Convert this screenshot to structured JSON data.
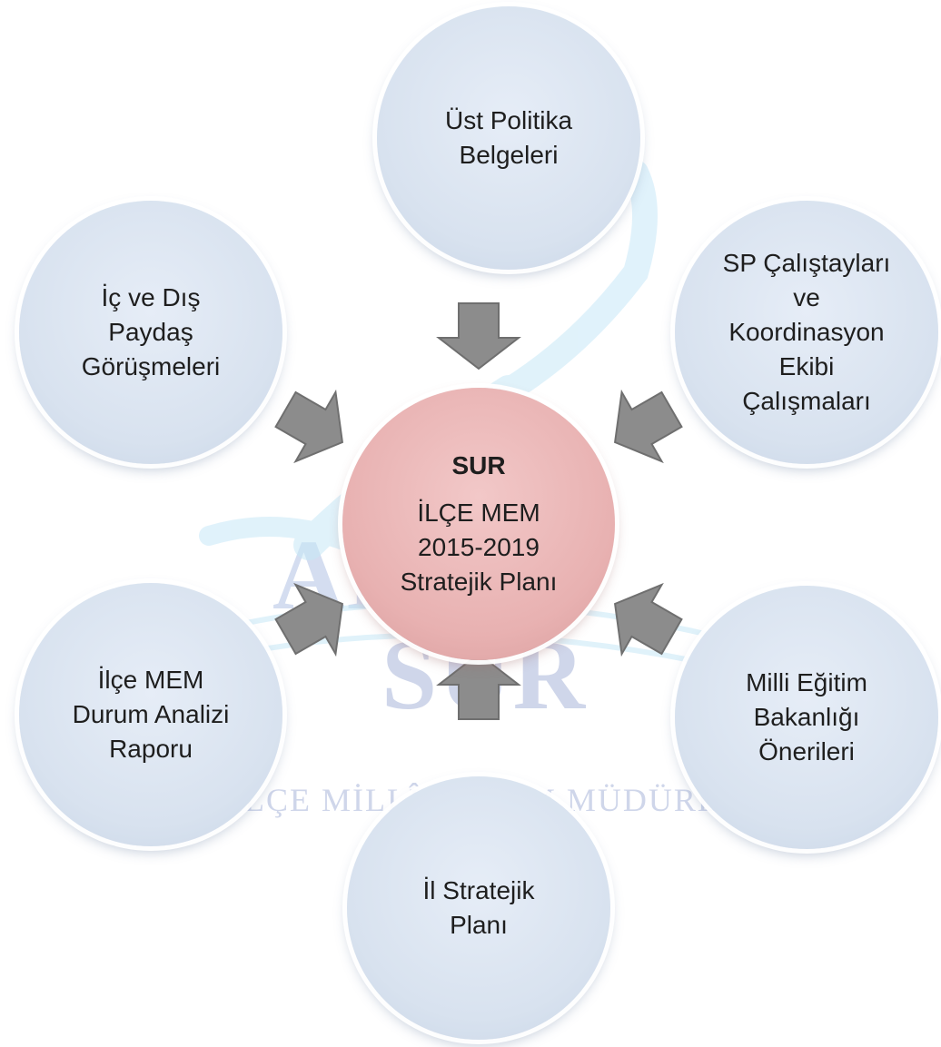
{
  "center": {
    "title": "SUR",
    "lines": [
      "İLÇE MEM",
      "2015-2019",
      "Stratejik Planı"
    ]
  },
  "nodes": [
    {
      "id": "ust-politika",
      "lines": [
        "Üst Politika",
        "Belgeleri"
      ]
    },
    {
      "id": "sp-calistaylari",
      "lines": [
        "SP Çalıştayları",
        "ve",
        "Koordinasyon",
        "Ekibi",
        "Çalışmaları"
      ]
    },
    {
      "id": "milli-egitim",
      "lines": [
        "Milli Eğitim",
        "Bakanlığı",
        "Önerileri"
      ]
    },
    {
      "id": "il-stratejik",
      "lines": [
        "İl Stratejik",
        "Planı"
      ]
    },
    {
      "id": "durum-analizi",
      "lines": [
        "İlçe MEM",
        "Durum Analizi",
        "Raporu"
      ]
    },
    {
      "id": "paydas",
      "lines": [
        "İç ve Dış",
        "Paydaş",
        "Görüşmeleri"
      ]
    }
  ],
  "watermark": {
    "title": "SUR",
    "subtitle": "İLÇE MİLLÎ EĞİTİM MÜDÜRLÜĞÜ",
    "word": "ANA"
  },
  "colors": {
    "outer_fill": "#dbe4f0",
    "center_fill": "#e8b1b1",
    "arrow": "#8c8c8c",
    "watermark": "#cfd6ea"
  }
}
